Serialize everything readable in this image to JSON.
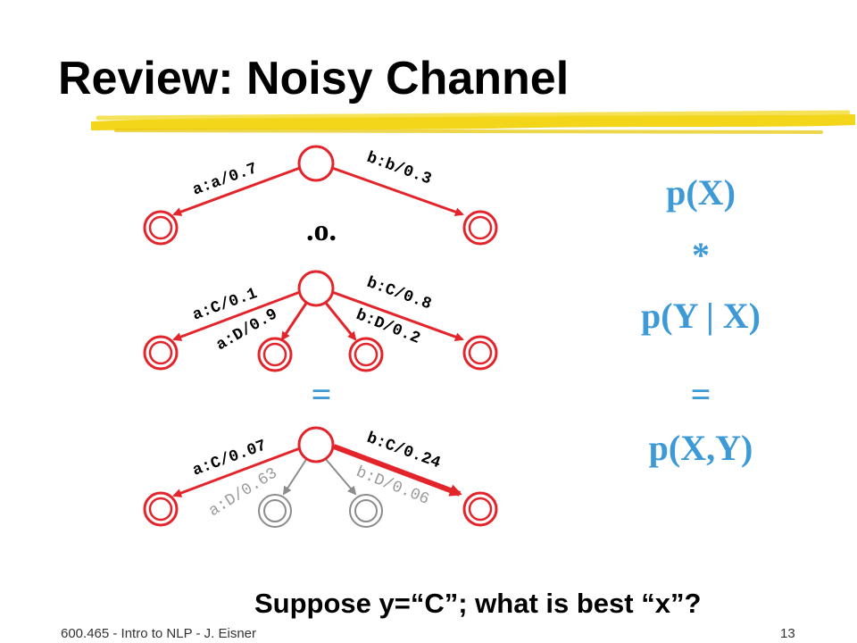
{
  "title": "Review: Noisy Channel",
  "colors": {
    "red": "#e3242b",
    "gray": "#8c8c8c",
    "blue": "#3d9ad6",
    "highlighter": "#f2d000"
  },
  "diagram": {
    "compose_op": ".o.",
    "equals": "=",
    "fsa_x": {
      "arcs": [
        {
          "label": "a:a/0.7"
        },
        {
          "label": "b:b/0.3"
        }
      ]
    },
    "fst_channel": {
      "arcs": [
        {
          "label": "a:C/0.1"
        },
        {
          "label": "a:D/0.9"
        },
        {
          "label": "b:D/0.2"
        },
        {
          "label": "b:C/0.8"
        }
      ]
    },
    "composed": {
      "arcs": [
        {
          "label": "a:C/0.07"
        },
        {
          "label": "a:D/0.63"
        },
        {
          "label": "b:D/0.06"
        },
        {
          "label": "b:C/0.24"
        }
      ]
    }
  },
  "formulas": {
    "px": "p(X)",
    "times": "*",
    "pyx": "p(Y | X)",
    "equals": "=",
    "pxy": "p(X,Y)"
  },
  "question": "Suppose y=“C”; what is best “x”?",
  "footer": {
    "course": "600.465 - Intro to NLP - J. Eisner",
    "page": "13"
  }
}
